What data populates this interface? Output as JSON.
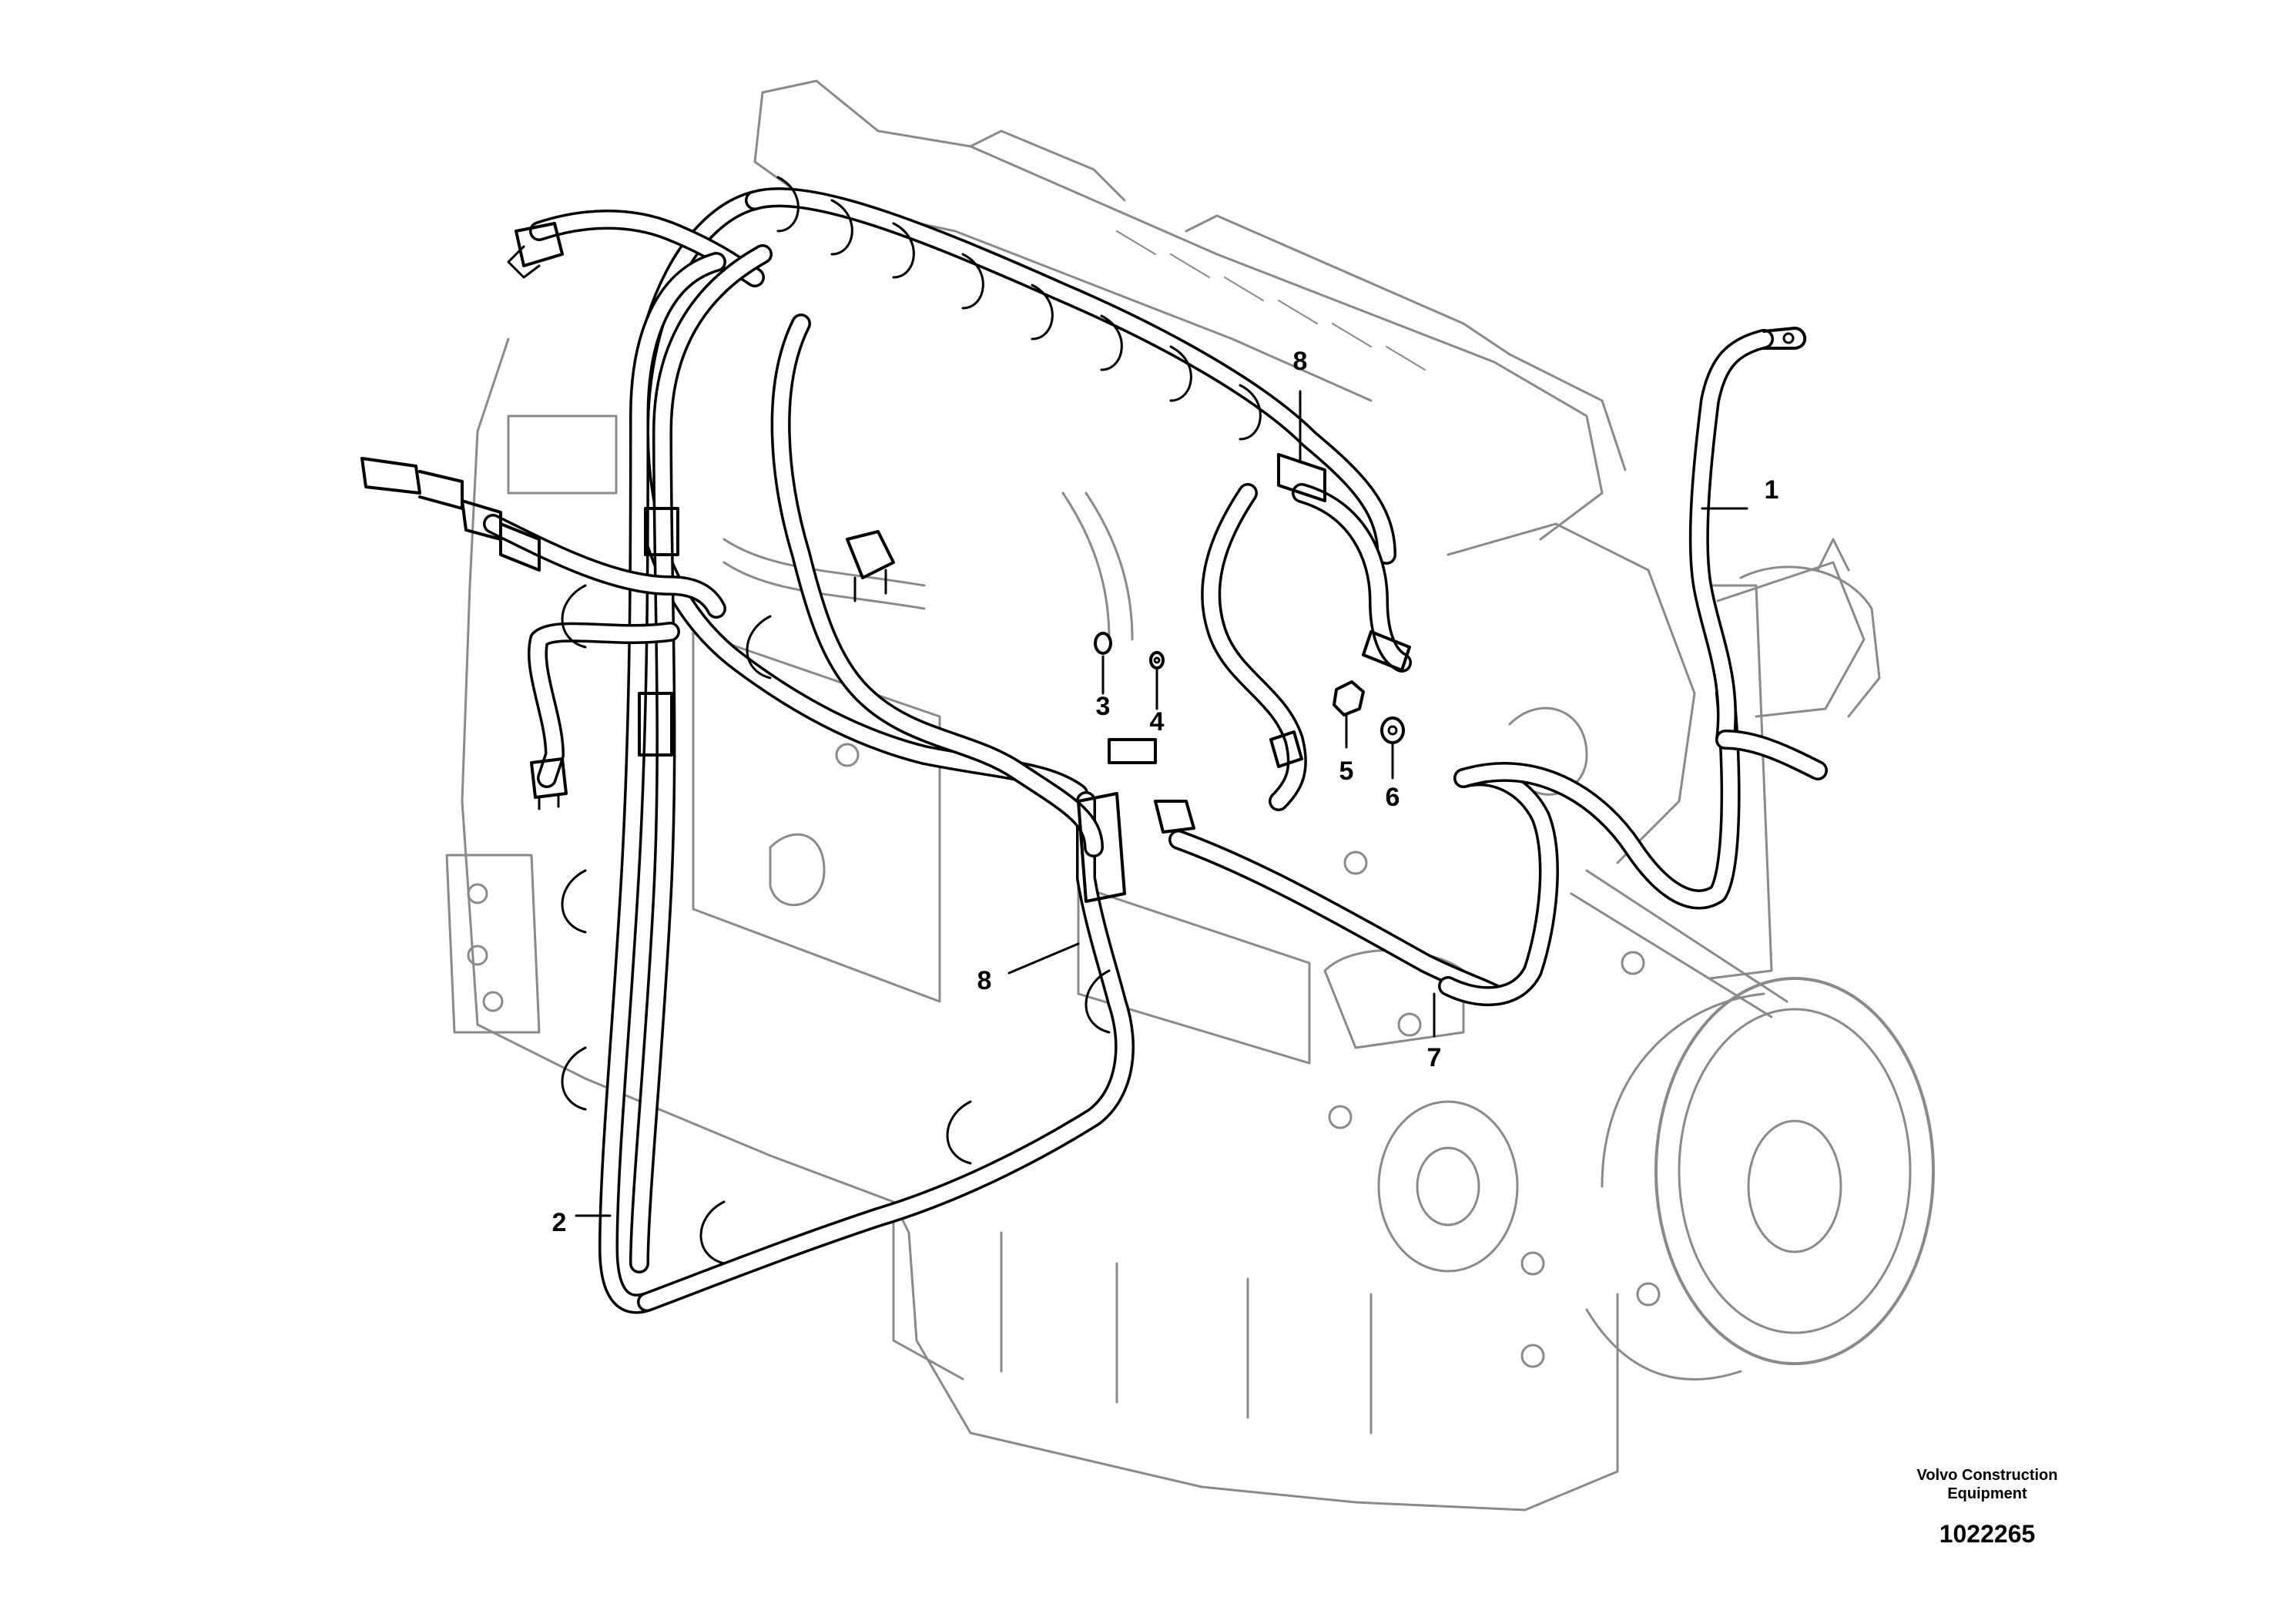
{
  "callouts": {
    "c1": "1",
    "c2": "2",
    "c3": "3",
    "c4": "4",
    "c5": "5",
    "c6": "6",
    "c7": "7",
    "c8_top": "8",
    "c8_bottom": "8"
  },
  "brand": {
    "line1": "Volvo Construction",
    "line2": "Equipment",
    "reference": "1022265"
  }
}
